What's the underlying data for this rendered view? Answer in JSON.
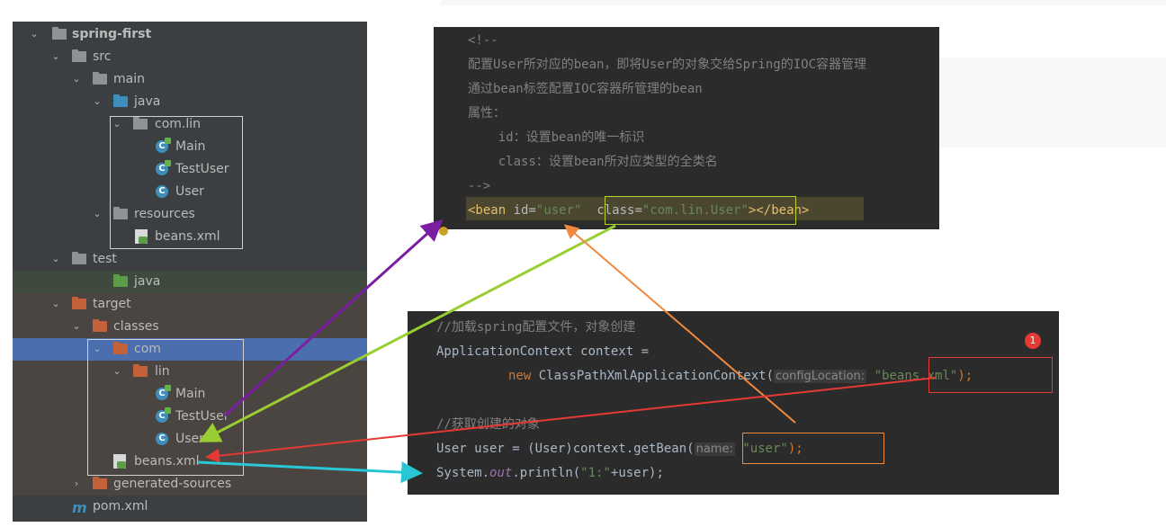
{
  "tree": {
    "rows": [
      {
        "label": "spring-first"
      },
      {
        "label": "src"
      },
      {
        "label": "main"
      },
      {
        "label": "java"
      },
      {
        "label": "com.lin"
      },
      {
        "label": "Main"
      },
      {
        "label": "TestUser"
      },
      {
        "label": "User"
      },
      {
        "label": "resources"
      },
      {
        "label": "beans.xml"
      },
      {
        "label": "test"
      },
      {
        "label": "java"
      },
      {
        "label": "target"
      },
      {
        "label": "classes"
      },
      {
        "label": "com"
      },
      {
        "label": "lin"
      },
      {
        "label": "Main"
      },
      {
        "label": "TestUser"
      },
      {
        "label": "User"
      },
      {
        "label": "beans.xml"
      },
      {
        "label": "generated-sources"
      },
      {
        "label": "pom.xml"
      }
    ]
  },
  "xml_panel": {
    "comment_open": "<!--",
    "comment_line1": "配置User所对应的bean，即将User的对象交给Spring的IOC容器管理",
    "comment_line2": "通过bean标签配置IOC容器所管理的bean",
    "comment_line3": "属性：",
    "comment_line4": "    id：设置bean的唯一标识",
    "comment_line5": "    class：设置bean所对应类型的全类名",
    "comment_close": "-->",
    "bean_open": "<bean",
    "id_attr": "id=",
    "id_value": "\"user\"",
    "class_attr": "class=",
    "class_value": "\"com.lin.User\"",
    "bean_close": "></bean>"
  },
  "java_panel": {
    "comment1": "//加载spring配置文件，对象创建",
    "line2_type": "ApplicationContext context =",
    "line3_new": "new",
    "line3_class": "ClassPathXmlApplicationContext(",
    "line3_hint": "configLocation:",
    "line3_value": "\"beans.xml\"",
    "line3_end": ");",
    "comment2": "//获取创建的对象",
    "line6_start": "User user = (User)context.getBean(",
    "line6_hint": "name:",
    "line6_value": "\"user\"",
    "line6_end": ");",
    "line7_start": "System.",
    "line7_out": "out",
    "line7_mid": ".println(",
    "line7_str": "\"1:\"",
    "line7_end": "+user);",
    "badge": "1"
  },
  "colors": {
    "arrow_purple": "#7b1fa2",
    "arrow_green": "#9acd32",
    "arrow_orange": "#f0883e",
    "arrow_red": "#e53935",
    "arrow_cyan": "#29c7d6"
  }
}
